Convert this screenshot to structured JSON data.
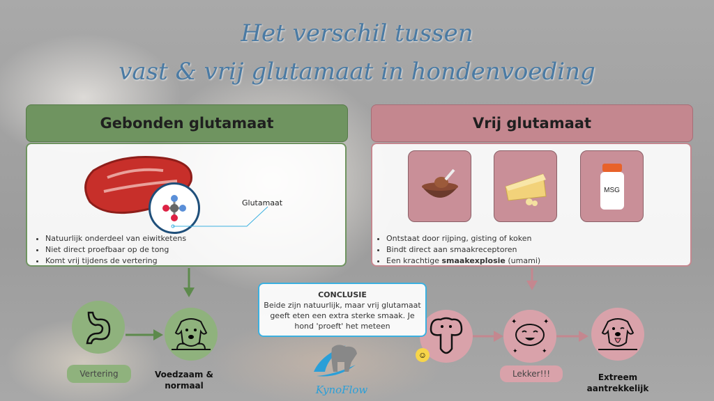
{
  "title": {
    "line1": "Het verschil tussen",
    "line2": "vast & vrij glutamaat in hondenvoeding"
  },
  "colors": {
    "title": "#4a7aa3",
    "green": "#6f9460",
    "green_light": "#8fb27d",
    "pink": "#c4878f",
    "pink_light": "#d9a2aa",
    "conclusion_border": "#3bb0e0"
  },
  "bound": {
    "header": "Gebonden glutamaat",
    "image": "steak-icon",
    "molecule_label": "Glutamaat",
    "bullets": [
      "Natuurlijk onderdeel van eiwitketens",
      "Niet direct proefbaar op de tong",
      "Komt vrij tijdens de vertering"
    ],
    "flow": {
      "step1_icon": "stomach-icon",
      "step1_label": "Vertering",
      "step2_icon": "dog-icon",
      "step2_line1": "Voedzaam &",
      "step2_line2": "normaal"
    }
  },
  "free": {
    "header": "Vrij glutamaat",
    "tiles": [
      "broth-bowl-icon",
      "cheese-icon",
      "msg-shaker-icon"
    ],
    "msg_label": "MSG",
    "bullets": [
      "Ontstaat door rijping, gisting of koken",
      "Bindt direct aan smaakreceptoren"
    ],
    "bullet3": {
      "pre": "Een krachtige ",
      "bold": "smaakexplosie",
      "post": " (umami)"
    },
    "flow": {
      "step1_icon": "tongue-icon",
      "step2_icon": "happy-brain-icon",
      "step2_label": "Lekker!!!",
      "step3_icon": "happy-dog-icon",
      "step3_line1": "Extreem",
      "step3_line2": "aantrekkelijk"
    }
  },
  "conclusion": {
    "heading": "CONCLUSIE",
    "text": "Beide zijn natuurlijk, maar vrij glutamaat geeft eten een extra sterke smaak. Je hond 'proeft' het meteen"
  },
  "logo": {
    "text": "KynoFlow"
  }
}
